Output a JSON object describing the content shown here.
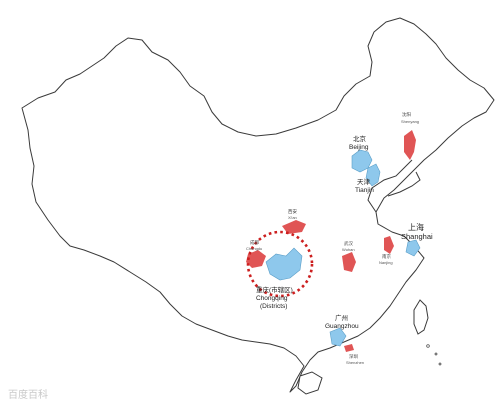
{
  "colors": {
    "outline": "#3a3a3a",
    "municipality": "#8ec8ec",
    "city": "#e05555",
    "highlight_circle": "#cc1f1f"
  },
  "labels": {
    "beijing_zh": "北京",
    "beijing_en": "Beijing",
    "tianjin_zh": "天津",
    "tianjin_en": "Tianjin",
    "shanghai_zh": "上海",
    "shanghai_en": "Shanghai",
    "guangzhou_zh": "广州",
    "guangzhou_en": "Guangzhou",
    "chongqing_zh": "重庆(市辖区)",
    "chongqing_en": "Chongqing",
    "chongqing_note": "(Districts)",
    "shenyang_zh": "沈阳",
    "shenyang_en": "Shenyang",
    "xian_zh": "西安",
    "xian_en": "Xi'an",
    "chengdu_zh": "成都",
    "chengdu_en": "Chengdu",
    "wuhan_zh": "武汉",
    "wuhan_en": "Wuhan",
    "nanjing_zh": "南京",
    "nanjing_en": "Nanjing",
    "shenzhen_zh": "深圳",
    "shenzhen_en": "Shenzhen"
  },
  "watermark": "百度百科"
}
